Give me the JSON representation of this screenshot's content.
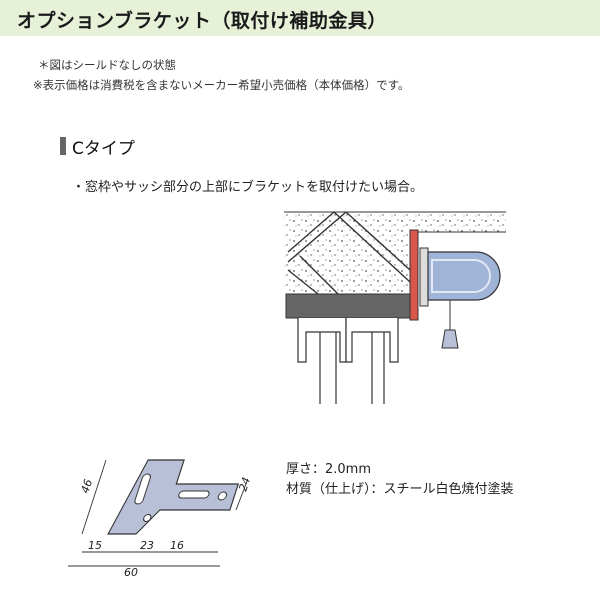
{
  "header": {
    "title": "オプションブラケット（取付け補助金具）"
  },
  "notes": [
    "＊図はシールドなしの状態",
    "※表示価格は消費税を含まないメーカー希望小売価格（本体価格）です。"
  ],
  "section": {
    "title": "Cタイプ",
    "bullet": "・窓枠やサッシ部分の上部にブラケットを取付けたい場合。"
  },
  "specs": {
    "thickness": "厚さ：2.0mm",
    "material": "材質（仕上げ）：スチール白色焼付塗装"
  },
  "dimensions": {
    "height_left": "46",
    "height_right": "24",
    "bottom_a": "15",
    "bottom_b": "23",
    "bottom_c": "16",
    "total": "60"
  },
  "colors": {
    "title_bg": "#e6f1d8",
    "bracket_red": "#d9574a",
    "bracket_fill": "#b7c0d6",
    "roller_blue": "#9fb4d6"
  }
}
